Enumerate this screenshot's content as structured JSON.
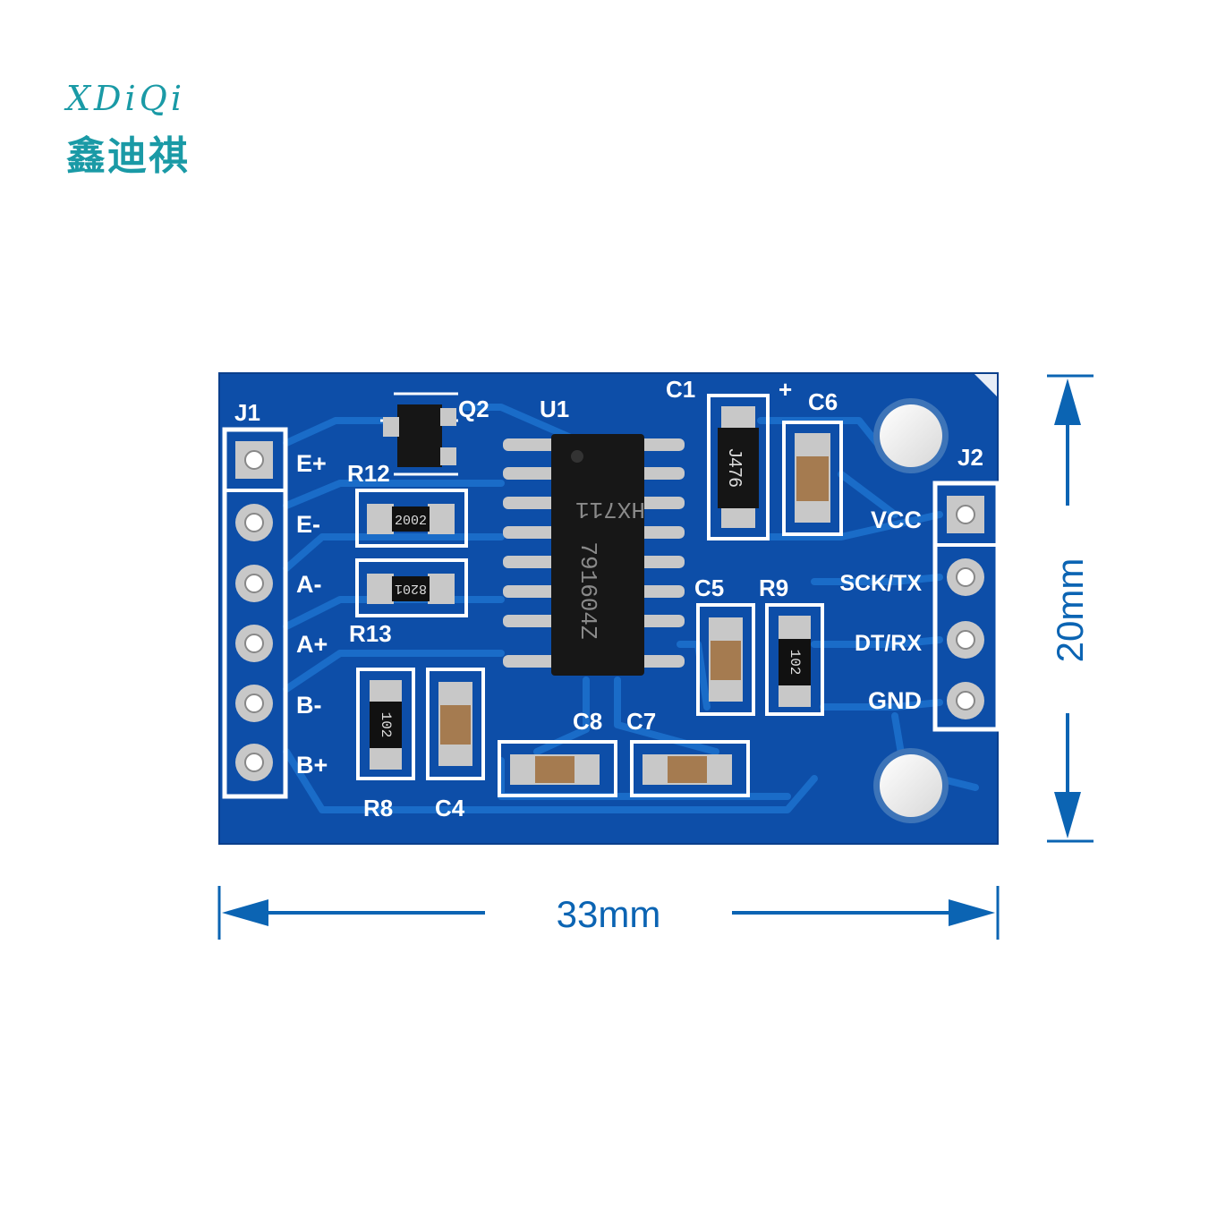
{
  "logo": {
    "brand_en": "XDiQi",
    "brand_cn": "鑫迪祺"
  },
  "board": {
    "connector_left": "J1",
    "connector_right": "J2",
    "left_pins": [
      "E+",
      "E-",
      "A-",
      "A+",
      "B-",
      "B+"
    ],
    "right_pins": [
      "VCC",
      "SCK/TX",
      "DT/RX",
      "GND"
    ],
    "refs": {
      "u1": "U1",
      "q2": "Q2",
      "c1": "C1",
      "c6": "C6",
      "plus": "+",
      "r12": "R12",
      "r13": "R13",
      "r8": "R8",
      "c4": "C4",
      "c8": "C8",
      "c7": "C7",
      "c5": "C5",
      "r9": "R9"
    },
    "chip_text": [
      "HX711",
      "791604Z"
    ],
    "markings": {
      "r12": "2002",
      "r13": "8201",
      "r8": "102",
      "r9": "102",
      "c1": "J476"
    }
  },
  "dimensions": {
    "width": "33mm",
    "height": "20mm"
  },
  "colors": {
    "pcb": "#0d4ea8",
    "trace": "#1766c2",
    "silk": "#ffffff",
    "pad": "#c8c8c8",
    "dim": "#0b64b3",
    "logo": "#1a9aa6"
  }
}
